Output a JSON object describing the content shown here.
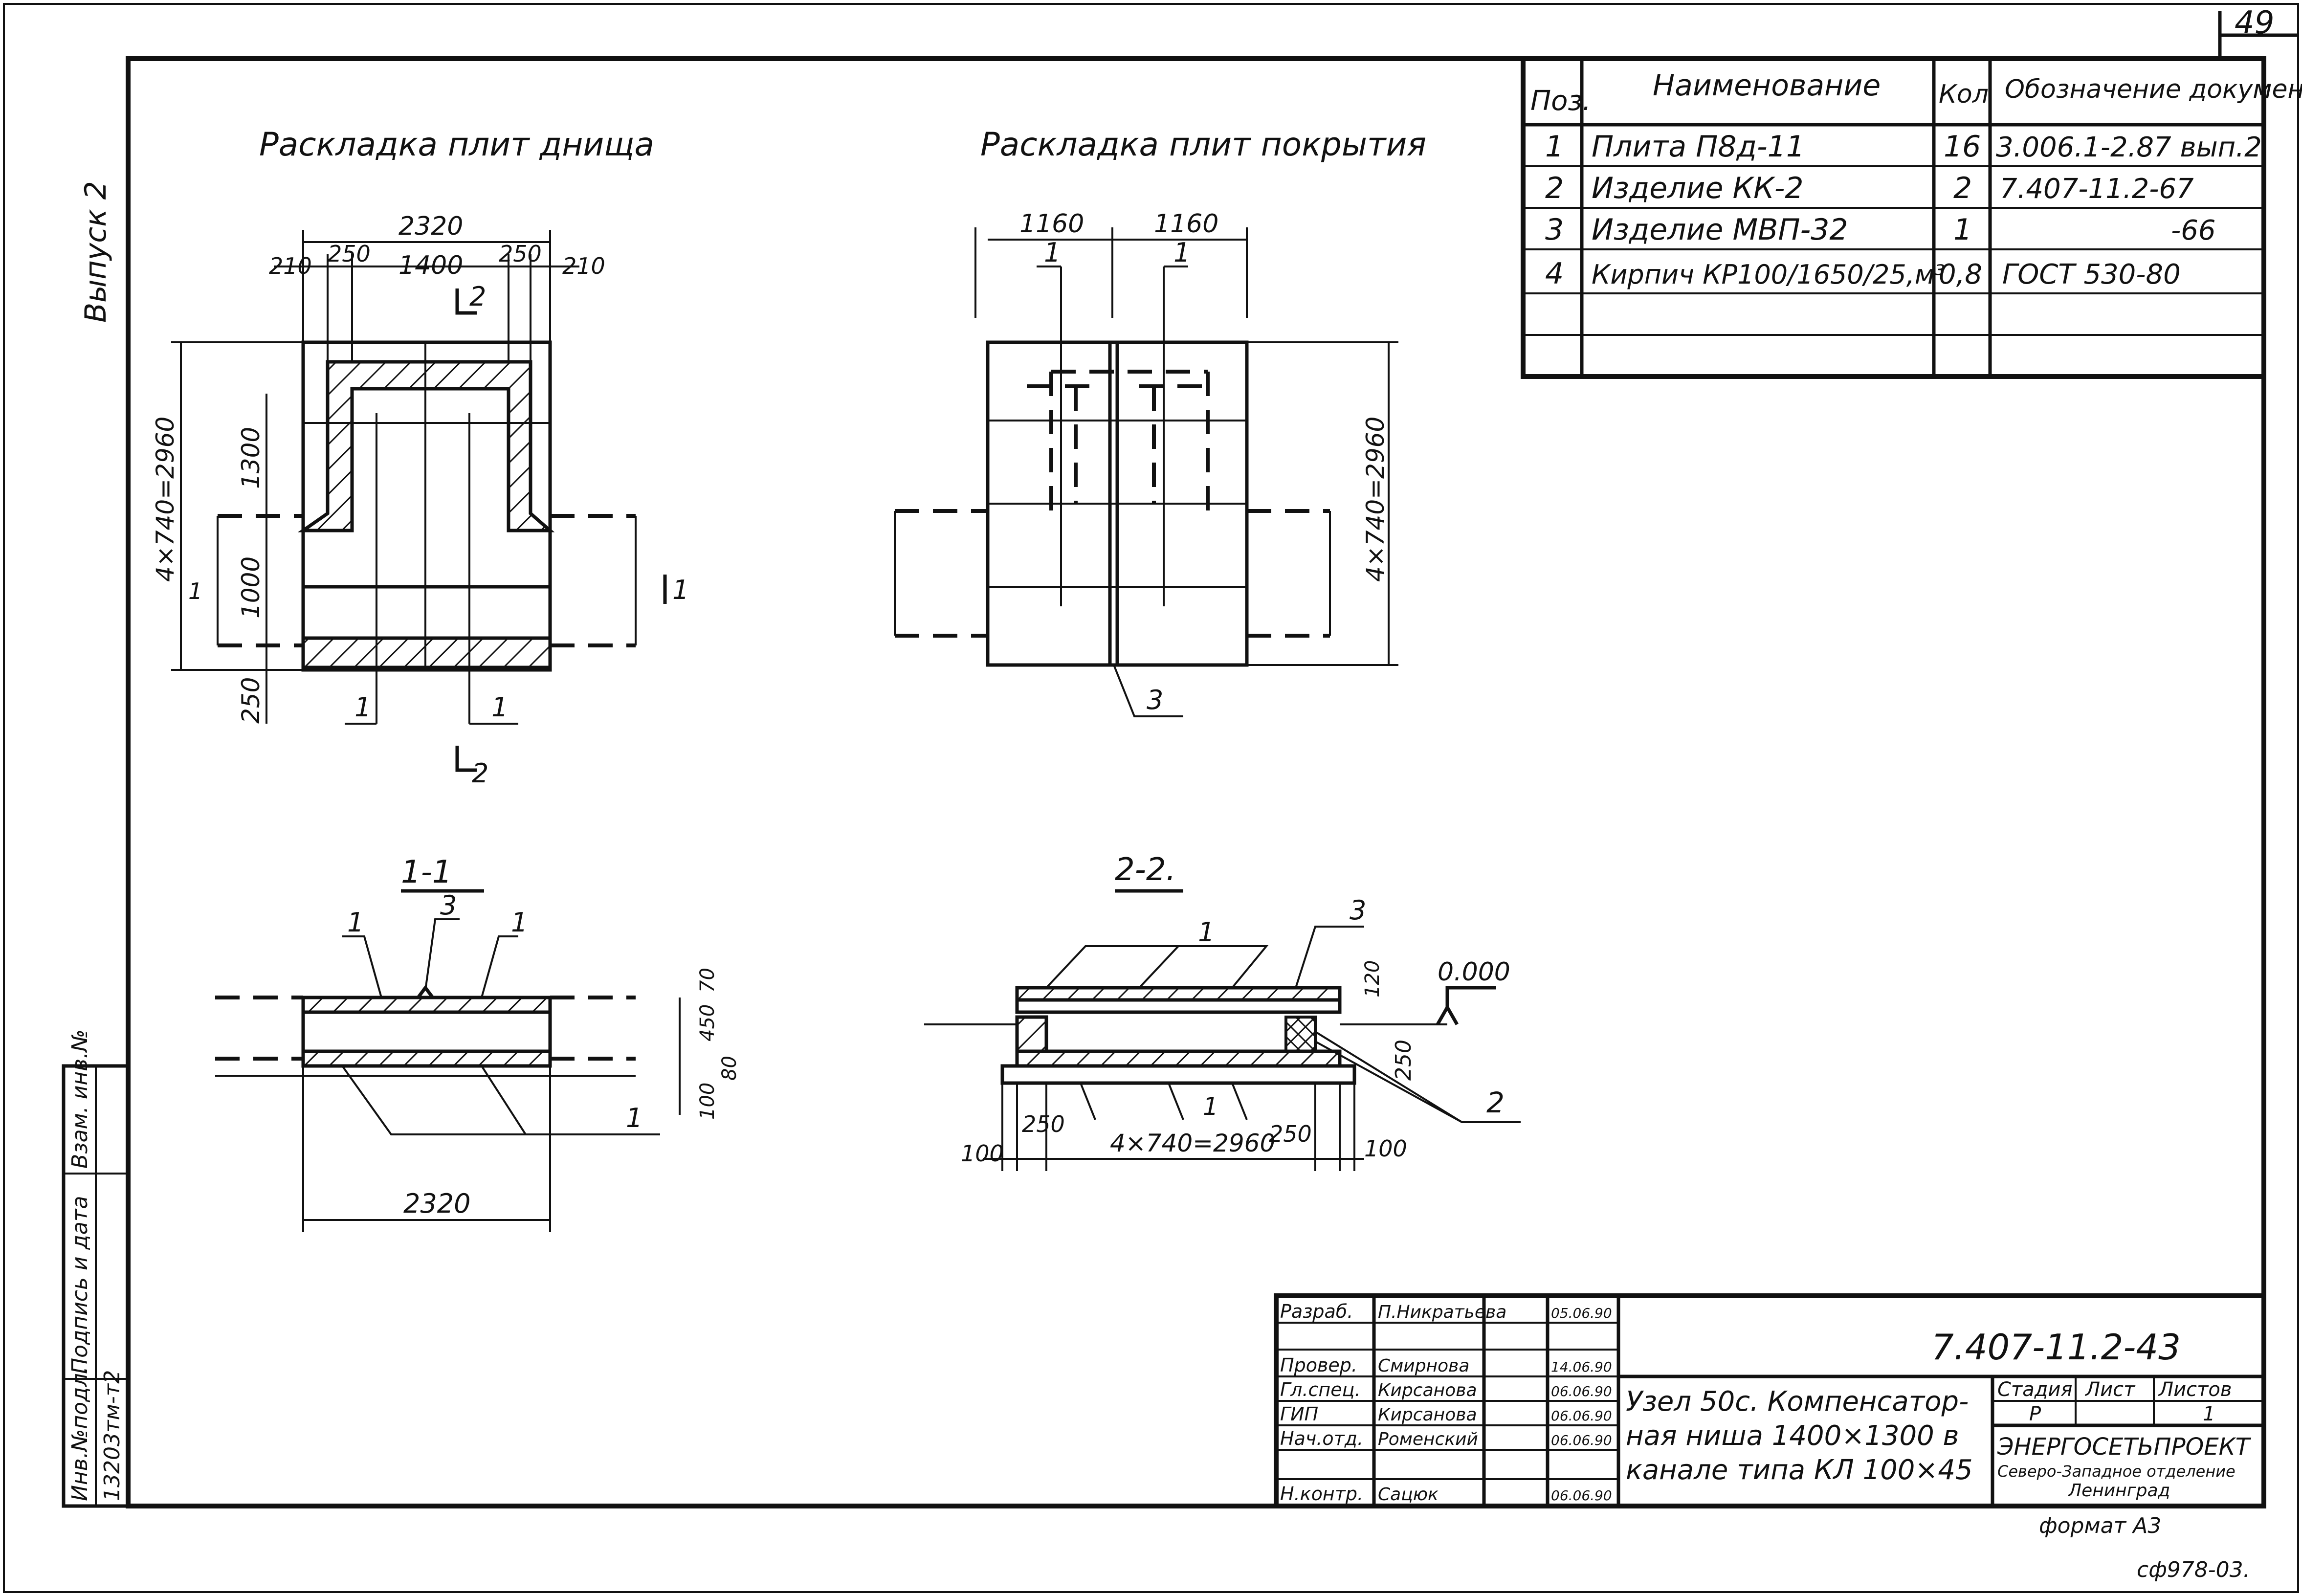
{
  "sheet": {
    "page_number": "49",
    "code": "7.407-11.2-43",
    "format": "формат А3",
    "archive_mark": "сф978-03."
  },
  "side_stamp": {
    "vypusk": "Выпуск 2",
    "inv_podl_label": "Инв.№подл.",
    "podpis_label": "Подпись и дата",
    "vzam_label": "Взам. инв.№",
    "inv_value": "13203тм-т2"
  },
  "views": {
    "bottom_title": "Раскладка плит днища",
    "top_title": "Раскладка плит покрытия",
    "section_1_1": "1-1",
    "section_2_2": "2-2."
  },
  "dims": {
    "b_2320": "2320",
    "b_210l": "210",
    "b_250l": "250",
    "b_1400": "1400",
    "b_250r": "250",
    "b_210r": "210",
    "b_4x740": "4×740=2960",
    "b_1300": "1300",
    "b_1000": "1000",
    "b_250": "250",
    "t_1160a": "1160",
    "t_1160b": "1160",
    "t_4x740": "4×740=2960",
    "s1_70": "70",
    "s1_450": "450",
    "s1_80": "80",
    "s1_100": "100",
    "s1_2320": "2320",
    "s2_120": "120",
    "s2_250v": "250",
    "s2_level": "0.000",
    "s2_100l": "100",
    "s2_250l": "250",
    "s2_4x740": "4×740=2960",
    "s2_250r": "250",
    "s2_100r": "100"
  },
  "leaders": {
    "b_pos1a": "1",
    "b_pos1b": "1",
    "b_cut2top": "2",
    "b_cut2bot": "2",
    "b_cut1l": "1",
    "b_cut1r": "1",
    "t_pos1a": "1",
    "t_pos1b": "1",
    "t_pos3": "3",
    "s1_pos1a": "1",
    "s1_pos3": "3",
    "s1_pos1b": "1",
    "s1_pos1c": "1",
    "s2_pos1a": "1",
    "s2_pos3": "3",
    "s2_pos1b": "1",
    "s2_pos2": "2"
  },
  "spec_table": {
    "headers": [
      "Поз.",
      "Наименование",
      "Кол",
      "Обозначение документа"
    ],
    "rows": [
      [
        "1",
        "Плита П8д-11",
        "16",
        "3.006.1-2.87 вып.2"
      ],
      [
        "2",
        "Изделие КК-2",
        "2",
        "7.407-11.2-67"
      ],
      [
        "3",
        "Изделие МВП-32",
        "1",
        "-66"
      ],
      [
        "4",
        "Кирпич КР100/1650/25,м³",
        "0,8",
        "ГОСТ 530-80"
      ],
      [
        "",
        "",
        "",
        ""
      ],
      [
        "",
        "",
        "",
        ""
      ]
    ]
  },
  "title_block": {
    "roles": [
      {
        "role": "Разраб.",
        "name": "П.Никратьева",
        "date": "05.06.90"
      },
      {
        "role": "",
        "name": "",
        "date": ""
      },
      {
        "role": "Провер.",
        "name": "Смирнова",
        "date": "14.06.90"
      },
      {
        "role": "Гл.спец.",
        "name": "Кирсанова",
        "date": "06.06.90"
      },
      {
        "role": "ГИП",
        "name": "Кирсанова",
        "date": "06.06.90"
      },
      {
        "role": "Нач.отд.",
        "name": "Роменский",
        "date": "06.06.90"
      },
      {
        "role": "",
        "name": "",
        "date": ""
      },
      {
        "role": "Н.контр.",
        "name": "Сацюк",
        "date": "06.06.90"
      }
    ],
    "description_lines": [
      "Узел 50с. Компенсатор-",
      "ная ниша 1400×1300 в",
      "канале типа КЛ 100×45"
    ],
    "stage_label": "Стадия",
    "sheet_label": "Лист",
    "sheets_label": "Листов",
    "stage_value": "Р",
    "sheet_value": "",
    "sheets_value": "1",
    "org_name": "ЭНЕРГОСЕТЬПРОЕКТ",
    "org_branch": "Северо-Западное отделение",
    "org_city": "Ленинград"
  }
}
